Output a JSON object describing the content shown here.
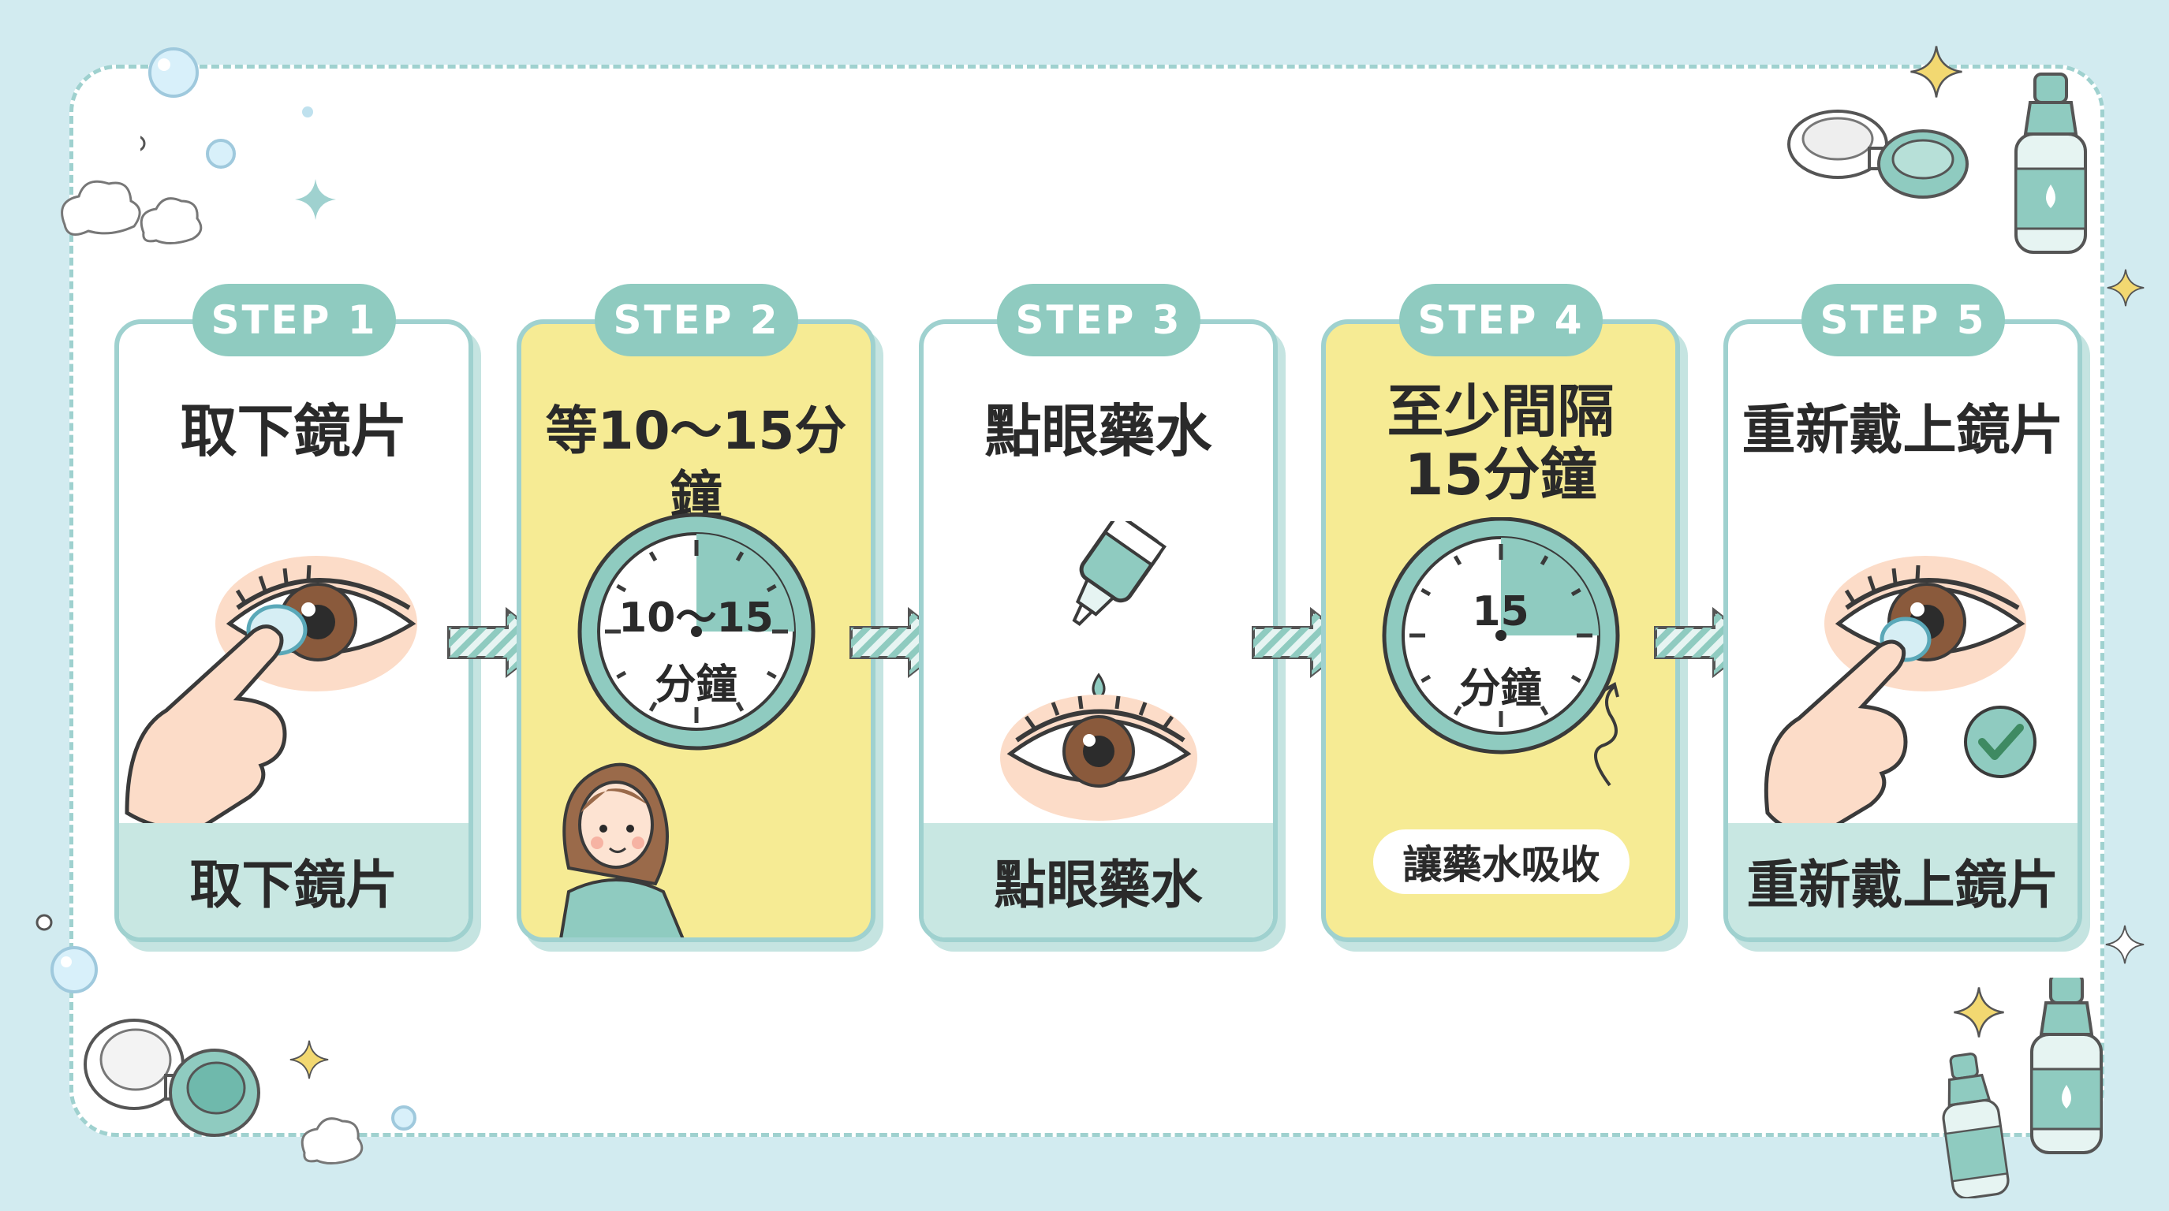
{
  "steps": [
    {
      "badge": "STEP 1",
      "title": "取下鏡片",
      "footer": "取下鏡片"
    },
    {
      "badge": "STEP 2",
      "title": "等10～15分鐘",
      "clock_top": "10～15",
      "clock_bottom": "分鐘",
      "clock_fraction": 0.25
    },
    {
      "badge": "STEP 3",
      "title": "點眼藥水",
      "footer": "點眼藥水"
    },
    {
      "badge": "STEP 4",
      "title_line1": "至少間隔",
      "title_line2": "15分鐘",
      "clock_top": "15",
      "clock_bottom": "分鐘",
      "clock_fraction": 0.25,
      "note": "讓藥水吸收"
    },
    {
      "badge": "STEP 5",
      "title": "重新戴上鏡片",
      "footer": "重新戴上鏡片"
    }
  ],
  "colors": {
    "background": "#d2ebf0",
    "teal": "#8fcbc0",
    "teal_light": "#c8e7e2",
    "yellow": "#f6eb94",
    "skin": "#fcdcc8",
    "iris": "#8a5a3c"
  }
}
